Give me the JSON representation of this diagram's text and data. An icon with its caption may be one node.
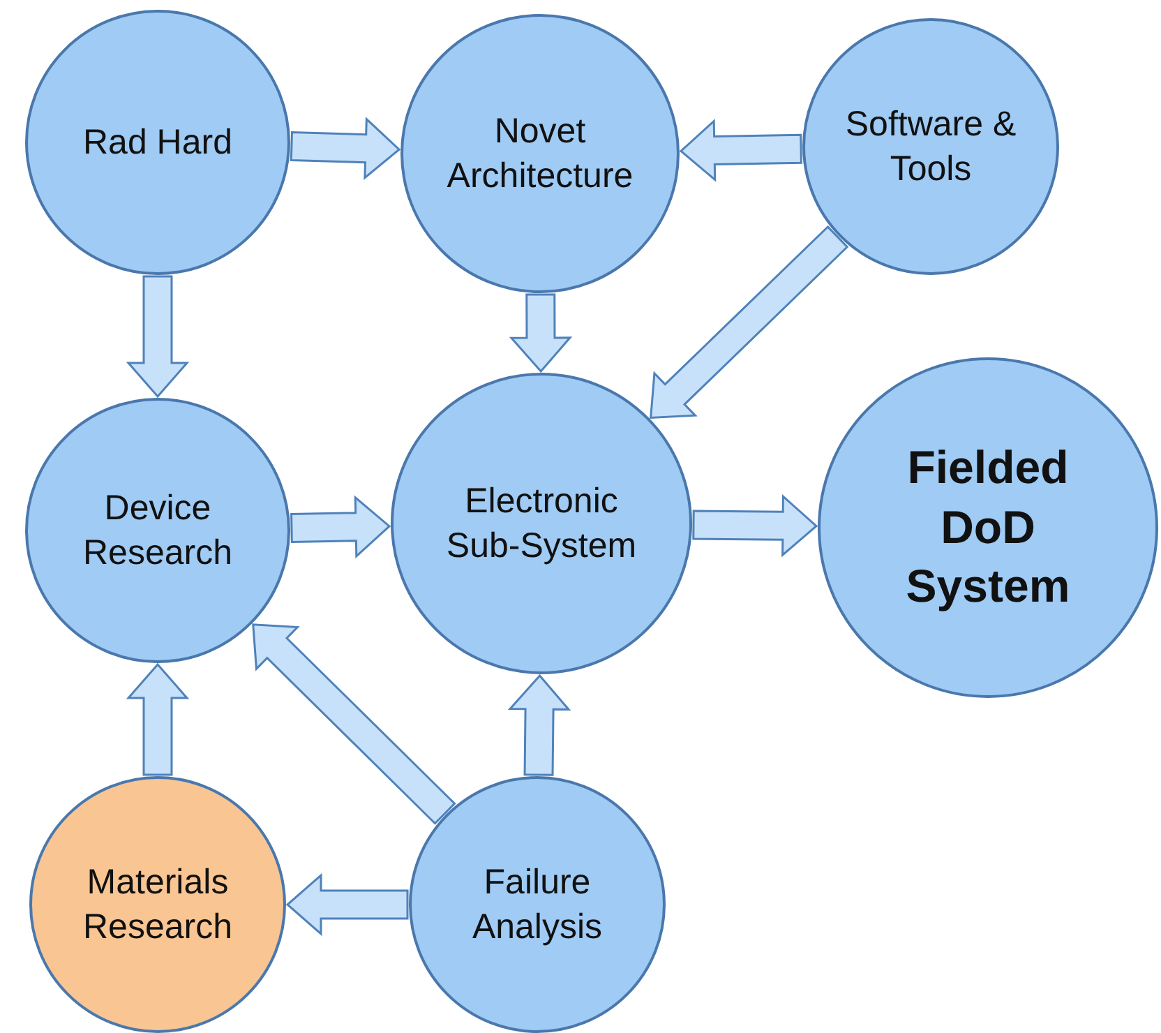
{
  "diagram": {
    "nodes": [
      {
        "text": [
          "Rad Hard"
        ]
      },
      {
        "text": [
          "Novet Architecture"
        ]
      },
      {
        "text": [
          "Software & Tools"
        ]
      },
      {
        "text": [
          "Device Research"
        ]
      },
      {
        "text": [
          "Electronic Sub-System"
        ]
      },
      {
        "text": [
          "Fielded DoD System"
        ]
      },
      {
        "text": [
          "Materials Research"
        ]
      },
      {
        "text": [
          "Failure Analysis"
        ]
      }
    ],
    "edges": [
      {
        "from": 0,
        "to": 1,
        "arrow": "to"
      },
      {
        "from": 2,
        "to": 1,
        "arrow": "to"
      },
      {
        "from": 0,
        "to": 3,
        "arrow": "to"
      },
      {
        "from": 1,
        "to": 4,
        "arrow": "to"
      },
      {
        "from": 2,
        "to": 4,
        "arrow": "to"
      },
      {
        "from": 3,
        "to": 4,
        "arrow": "to"
      },
      {
        "from": 4,
        "to": 5,
        "arrow": "to"
      },
      {
        "from": 7,
        "to": 4,
        "arrow": "to"
      },
      {
        "from": 7,
        "to": 3,
        "arrow": "to"
      },
      {
        "from": 6,
        "to": 3,
        "arrow": "to"
      },
      {
        "from": 7,
        "to": 6,
        "arrow": "to"
      }
    ]
  }
}
